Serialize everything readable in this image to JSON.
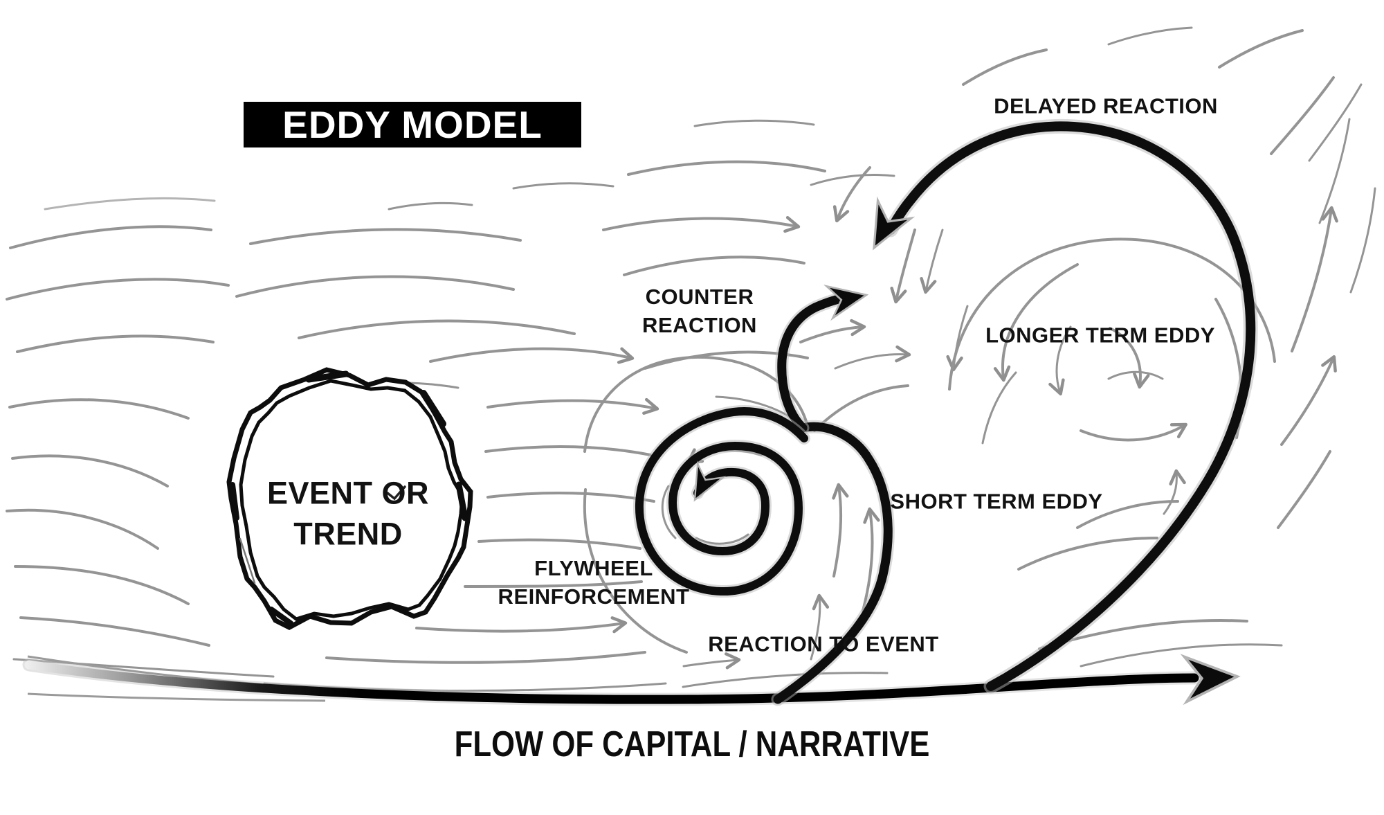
{
  "diagram": {
    "title": "EDDY MODEL",
    "labels": {
      "delayed_reaction": "DELAYED REACTION",
      "counter_reaction_line1": "COUNTER",
      "counter_reaction_line2": "REACTION",
      "longer_term_eddy": "LONGER TERM EDDY",
      "short_term_eddy": "SHORT TERM EDDY",
      "event_line1": "EVENT OR",
      "event_line2": "TREND",
      "flywheel_line1": "FLYWHEEL",
      "flywheel_line2": "REINFORCEMENT",
      "reaction_to_event": "REACTION TO EVENT",
      "flow_axis": "FLOW OF CAPITAL / NARRATIVE"
    },
    "colors": {
      "background": "#ffffff",
      "ink": "#0d0d0d",
      "streamline_gray": "#949494",
      "title_bg": "#000000",
      "title_text": "#ffffff"
    }
  }
}
